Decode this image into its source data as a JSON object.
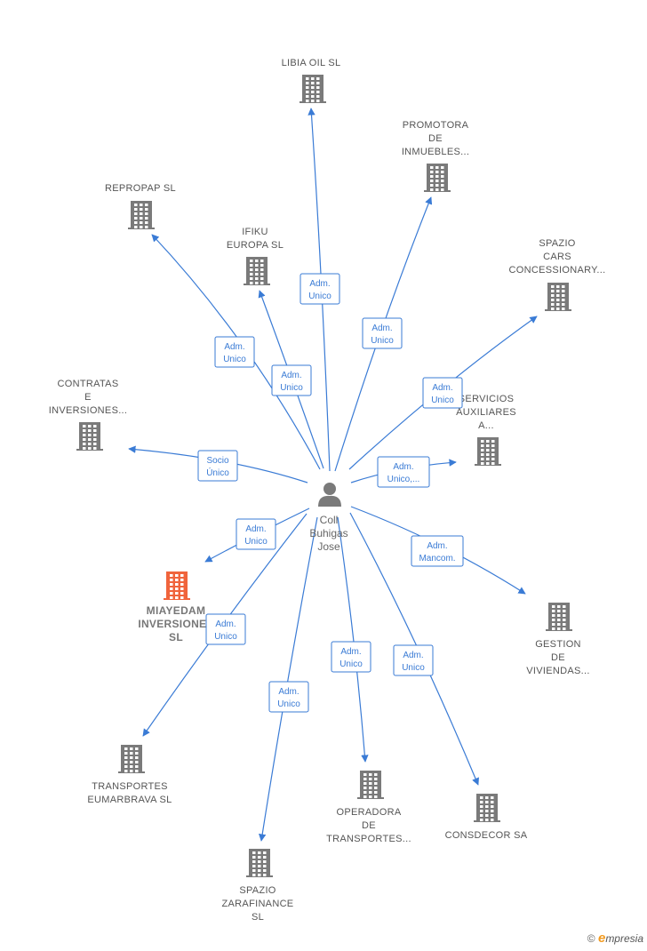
{
  "center": {
    "id": "person",
    "label": [
      "Coll",
      "Buhigas",
      "Jose"
    ]
  },
  "colors": {
    "edge": "#3a7bd5",
    "building": "#7a7a7a",
    "focus_building": "#f0643c",
    "rel_border": "#3a7bd5"
  },
  "nodes": [
    {
      "id": "libia",
      "label": [
        "LIBIA OIL  SL"
      ],
      "focus": false
    },
    {
      "id": "promotora",
      "label": [
        "PROMOTORA",
        "DE",
        "INMUEBLES..."
      ],
      "focus": false
    },
    {
      "id": "repropap",
      "label": [
        "REPROPAP  SL"
      ],
      "focus": false
    },
    {
      "id": "ifiku",
      "label": [
        "IFIKU",
        "EUROPA SL"
      ],
      "focus": false
    },
    {
      "id": "spazio_cars",
      "label": [
        "SPAZIO",
        "CARS",
        "CONCESSIONARY..."
      ],
      "focus": false
    },
    {
      "id": "contratas",
      "label": [
        "CONTRATAS",
        "E",
        "INVERSIONES..."
      ],
      "focus": false
    },
    {
      "id": "servicios",
      "label": [
        "SERVICIOS",
        "AUXILIARES",
        "A..."
      ],
      "focus": false
    },
    {
      "id": "miayedam",
      "label": [
        "MIAYEDAM",
        "INVERSIONES",
        "SL"
      ],
      "focus": true
    },
    {
      "id": "gestion",
      "label": [
        "GESTION",
        "DE",
        "VIVIENDAS..."
      ],
      "focus": false
    },
    {
      "id": "transportes",
      "label": [
        "TRANSPORTES",
        "EUMARBRAVA SL"
      ],
      "focus": false
    },
    {
      "id": "operadora",
      "label": [
        "OPERADORA",
        "DE",
        "TRANSPORTES..."
      ],
      "focus": false
    },
    {
      "id": "consdecor",
      "label": [
        "CONSDECOR SA"
      ],
      "focus": false
    },
    {
      "id": "spazio_zara",
      "label": [
        "SPAZIO",
        "ZARAFINANCE",
        "SL"
      ],
      "focus": false
    }
  ],
  "edges": [
    {
      "to": "libia",
      "label": [
        "Adm.",
        "Unico"
      ]
    },
    {
      "to": "promotora",
      "label": [
        "Adm.",
        "Unico"
      ]
    },
    {
      "to": "repropap",
      "label": [
        "Adm.",
        "Unico"
      ]
    },
    {
      "to": "ifiku",
      "label": [
        "Adm.",
        "Unico"
      ]
    },
    {
      "to": "spazio_cars",
      "label": [
        "Adm.",
        "Unico"
      ]
    },
    {
      "to": "contratas",
      "label": [
        "Socio",
        "Único"
      ]
    },
    {
      "to": "servicios",
      "label": [
        "Adm.",
        "Unico,..."
      ]
    },
    {
      "to": "miayedam",
      "label": [
        "Adm.",
        "Unico"
      ]
    },
    {
      "to": "gestion",
      "label": [
        "Adm.",
        "Mancom."
      ]
    },
    {
      "to": "transportes",
      "label": [
        "Adm.",
        "Unico"
      ]
    },
    {
      "to": "operadora",
      "label": [
        "Adm.",
        "Unico"
      ]
    },
    {
      "to": "consdecor",
      "label": [
        "Adm.",
        "Unico"
      ]
    },
    {
      "to": "spazio_zara",
      "label": [
        "Adm.",
        "Unico"
      ]
    }
  ],
  "watermark": {
    "copyright": "©",
    "brand_initial": "e",
    "brand_rest": "mpresia"
  }
}
